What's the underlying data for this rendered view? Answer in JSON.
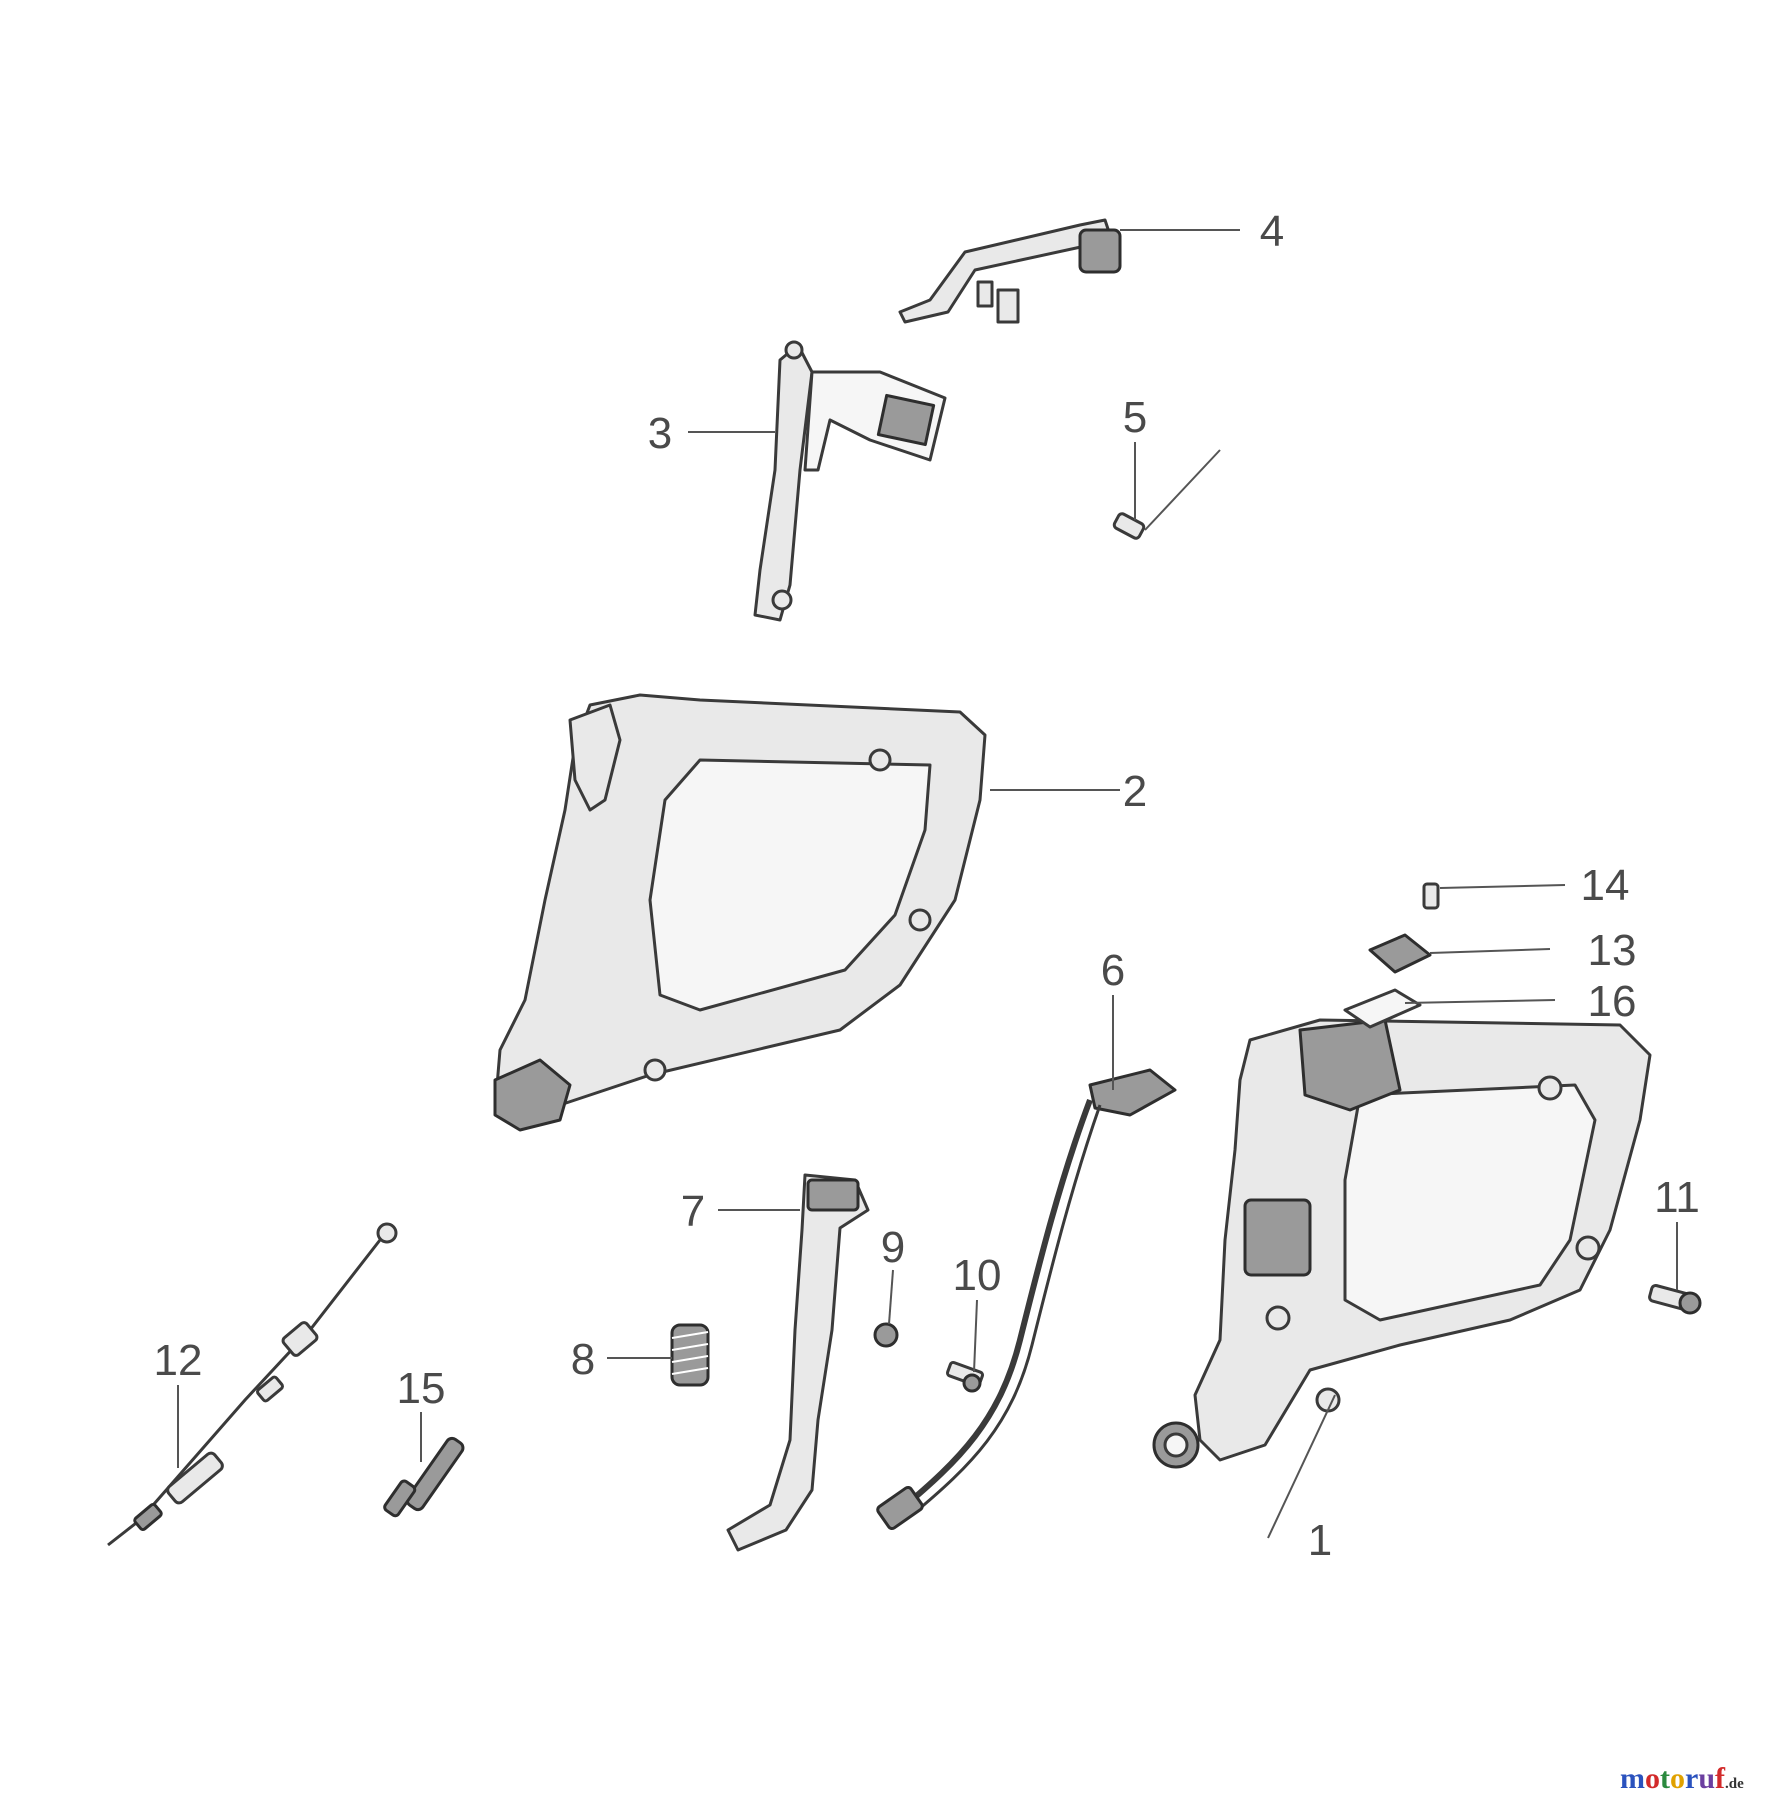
{
  "diagram": {
    "callouts": [
      "1",
      "2",
      "3",
      "4",
      "5",
      "6",
      "7",
      "8",
      "9",
      "10",
      "11",
      "12",
      "13",
      "14",
      "15",
      "16"
    ]
  },
  "watermark": {
    "brand": "motoruf",
    "suffix": ".de",
    "colors": [
      "#2a52be",
      "#d22a2a",
      "#2b8a3e",
      "#e0a100",
      "#2a52be",
      "#6b3fa0",
      "#d22a2a"
    ]
  }
}
